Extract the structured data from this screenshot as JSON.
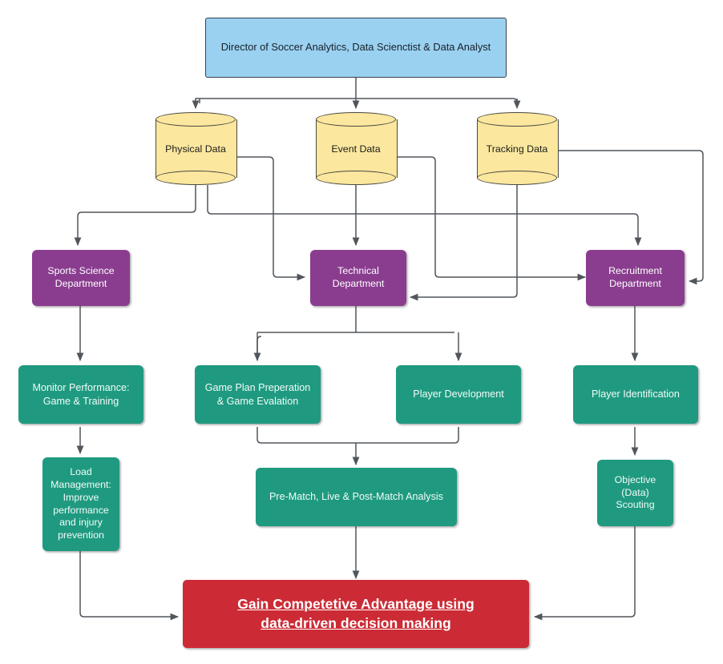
{
  "diagram": {
    "title": "Soccer analytics data flow chart",
    "colors": {
      "header_fill": "#9ad1f0",
      "database_fill": "#fbe79e",
      "department_fill": "#8a3d8f",
      "task_fill": "#1f9a80",
      "goal_fill": "#cc2b35",
      "edge_stroke": "#51565c",
      "canvas": "#ffffff"
    },
    "nodes": {
      "director": {
        "label": "Director of Soccer Analytics, Data Scienctist & Data Analyst",
        "shape": "rectangle",
        "tier": "leadership"
      },
      "physical_data": {
        "label": "Physical Data",
        "shape": "cylinder",
        "tier": "data-source"
      },
      "event_data": {
        "label": "Event Data",
        "shape": "cylinder",
        "tier": "data-source"
      },
      "tracking_data": {
        "label": "Tracking Data",
        "shape": "cylinder",
        "tier": "data-source"
      },
      "sports_science": {
        "label": "Sports Science\nDepartment",
        "line1": "Sports Science",
        "line2": "Department",
        "shape": "rounded-rectangle",
        "tier": "department"
      },
      "technical": {
        "label": "Technical\nDepartment",
        "line1": "Technical",
        "line2": "Department",
        "shape": "rounded-rectangle",
        "tier": "department"
      },
      "recruitment": {
        "label": "Recruitment\nDepartment",
        "line1": "Recruitment",
        "line2": "Department",
        "shape": "rounded-rectangle",
        "tier": "department"
      },
      "monitor_performance": {
        "label": "Monitor Performance:\nGame & Training",
        "line1": "Monitor Performance:",
        "line2": "Game & Training",
        "shape": "rounded-rectangle",
        "tier": "task"
      },
      "game_plan": {
        "label": "Game Plan Preperation\n& Game Evalation",
        "line1": "Game Plan Preperation",
        "line2": "& Game Evalation",
        "shape": "rounded-rectangle",
        "tier": "task"
      },
      "player_development": {
        "label": "Player Development",
        "shape": "rounded-rectangle",
        "tier": "task"
      },
      "player_identification": {
        "label": "Player Identification",
        "shape": "rounded-rectangle",
        "tier": "task"
      },
      "load_management": {
        "label": "Load Management: Improve performance and injury prevention",
        "shape": "rounded-rectangle",
        "tier": "outcome"
      },
      "match_analysis": {
        "label": "Pre-Match, Live & Post-Match Analysis",
        "shape": "rounded-rectangle",
        "tier": "outcome"
      },
      "objective_scouting": {
        "label": "Objective (Data) Scouting",
        "shape": "rounded-rectangle",
        "tier": "outcome"
      },
      "goal": {
        "label": "Gain Competetive Advantage using data-driven decision making",
        "line1": "Gain Competetive Advantage using",
        "line2": "data-driven decision making",
        "shape": "rectangle",
        "tier": "goal"
      }
    },
    "edges": [
      {
        "from": "director",
        "to": "physical_data"
      },
      {
        "from": "director",
        "to": "event_data"
      },
      {
        "from": "director",
        "to": "tracking_data"
      },
      {
        "from": "physical_data",
        "to": "sports_science"
      },
      {
        "from": "physical_data",
        "to": "technical"
      },
      {
        "from": "event_data",
        "to": "technical"
      },
      {
        "from": "event_data",
        "to": "recruitment"
      },
      {
        "from": "tracking_data",
        "to": "technical"
      },
      {
        "from": "tracking_data",
        "to": "recruitment"
      },
      {
        "from": "sports_science",
        "to": "monitor_performance"
      },
      {
        "from": "technical",
        "to": "game_plan"
      },
      {
        "from": "technical",
        "to": "player_development"
      },
      {
        "from": "recruitment",
        "to": "player_identification"
      },
      {
        "from": "monitor_performance",
        "to": "load_management"
      },
      {
        "from": "game_plan",
        "to": "match_analysis"
      },
      {
        "from": "player_development",
        "to": "match_analysis"
      },
      {
        "from": "player_identification",
        "to": "objective_scouting"
      },
      {
        "from": "load_management",
        "to": "goal"
      },
      {
        "from": "match_analysis",
        "to": "goal"
      },
      {
        "from": "objective_scouting",
        "to": "goal"
      }
    ]
  }
}
